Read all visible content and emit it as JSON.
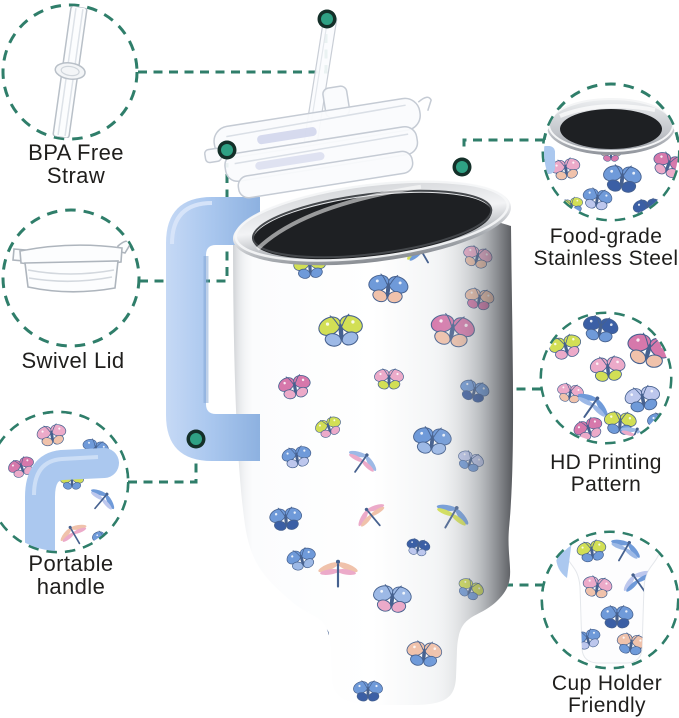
{
  "callouts": {
    "straw": {
      "label": "BPA Free Straw"
    },
    "lid": {
      "label": "Swivel Lid"
    },
    "handle": {
      "label": "Portable handle"
    },
    "steel": {
      "label": "Food-grade Stainless Steel"
    },
    "pattern": {
      "label": "HD Printing Pattern"
    },
    "cupholder": {
      "label": "Cup Holder Friendly"
    }
  },
  "colors": {
    "accent_dash": "#2f7e6a",
    "dot_fill": "#2fa184",
    "dot_ring": "#143029",
    "text": "#1f1e1c",
    "handle_blue": "#abc8ef",
    "steel_light": "#f2f3f5",
    "steel_dark": "#898d93",
    "interior_dark": "#1e2023",
    "lineart_gray": "#aeb5bd",
    "wing_body": "#46618f",
    "wings": {
      "bl": "#6f9ad9",
      "nv": "#3b5fa5",
      "pk": "#ecaac9",
      "mg": "#d678ab",
      "ch": "#d2df55",
      "pe": "#f0c2ab",
      "lv": "#bdc7ed",
      "sl": "#9db9e6"
    }
  },
  "scene": {
    "main_butterflies": [
      [
        288,
        226,
        1.1,
        -15,
        "nv",
        "pk",
        "b"
      ],
      [
        352,
        240,
        1.0,
        5,
        "lv",
        "bl",
        "b"
      ],
      [
        432,
        232,
        1.05,
        10,
        "bl",
        "nv",
        "b"
      ],
      [
        422,
        252,
        1.0,
        -30,
        "ch",
        "bl",
        "d"
      ],
      [
        477,
        258,
        1.0,
        15,
        "pk",
        "pe",
        "b"
      ],
      [
        310,
        268,
        1.1,
        -5,
        "ch",
        "bl",
        "b"
      ],
      [
        388,
        290,
        1.35,
        5,
        "bl",
        "pe",
        "b"
      ],
      [
        479,
        300,
        1.0,
        10,
        "pe",
        "mg",
        "b"
      ],
      [
        341,
        332,
        1.5,
        -5,
        "ch",
        "sl",
        "b"
      ],
      [
        452,
        332,
        1.5,
        10,
        "mg",
        "pe",
        "b"
      ],
      [
        295,
        388,
        1.1,
        -10,
        "mg",
        "pk",
        "b"
      ],
      [
        389,
        380,
        1.0,
        0,
        "pk",
        "ch",
        "b"
      ],
      [
        474,
        392,
        1.0,
        15,
        "bl",
        "nv",
        "b"
      ],
      [
        329,
        428,
        0.9,
        -20,
        "ch",
        "pk",
        "b"
      ],
      [
        362,
        462,
        1.0,
        35,
        "sl",
        "pk",
        "d"
      ],
      [
        297,
        458,
        1.0,
        -10,
        "bl",
        "lv",
        "b"
      ],
      [
        432,
        442,
        1.3,
        5,
        "bl",
        "sl",
        "b"
      ],
      [
        470,
        462,
        0.9,
        20,
        "lv",
        "bl",
        "b"
      ],
      [
        286,
        520,
        1.1,
        -5,
        "bl",
        "nv",
        "b"
      ],
      [
        372,
        516,
        1.0,
        -40,
        "pk",
        "pe",
        "d"
      ],
      [
        452,
        516,
        1.1,
        30,
        "bl",
        "ch",
        "d"
      ],
      [
        418,
        548,
        0.8,
        10,
        "nv",
        "lv",
        "b"
      ],
      [
        338,
        572,
        1.2,
        0,
        "pe",
        "pk",
        "d"
      ],
      [
        302,
        560,
        1.0,
        -15,
        "bl",
        "sl",
        "b"
      ],
      [
        392,
        600,
        1.3,
        5,
        "sl",
        "pk",
        "b"
      ],
      [
        470,
        590,
        0.9,
        25,
        "ch",
        "bl",
        "b"
      ],
      [
        312,
        640,
        1.2,
        -10,
        "bl",
        "pe",
        "b"
      ],
      [
        424,
        655,
        1.2,
        5,
        "pe",
        "bl",
        "b"
      ],
      [
        368,
        692,
        1.0,
        0,
        "bl",
        "nv",
        "b"
      ],
      [
        480,
        636,
        0.9,
        0,
        "nv",
        "mg",
        "b"
      ]
    ],
    "hd_butterflies": [
      [
        600,
        330,
        1.2,
        10,
        "nv",
        "bl",
        "b"
      ],
      [
        566,
        348,
        1.1,
        -15,
        "ch",
        "pk",
        "b"
      ],
      [
        648,
        352,
        1.5,
        15,
        "mg",
        "pe",
        "b"
      ],
      [
        608,
        370,
        1.2,
        -5,
        "pk",
        "ch",
        "b"
      ],
      [
        570,
        394,
        0.9,
        10,
        "pk",
        "pe",
        "b"
      ],
      [
        592,
        406,
        1.1,
        35,
        "bl",
        "sl",
        "d"
      ],
      [
        643,
        400,
        1.2,
        -10,
        "lv",
        "bl",
        "b"
      ],
      [
        620,
        424,
        1.1,
        5,
        "ch",
        "bl",
        "b"
      ],
      [
        589,
        430,
        1.0,
        -20,
        "mg",
        "pk",
        "b"
      ],
      [
        662,
        424,
        1.0,
        0,
        "bl",
        "nv",
        "b"
      ],
      [
        634,
        436,
        0.9,
        25,
        "sl",
        "pk",
        "d"
      ]
    ],
    "steel_butterflies": [
      [
        566,
        170,
        1.0,
        -10,
        "pk",
        "pe",
        "b"
      ],
      [
        622,
        180,
        1.3,
        5,
        "bl",
        "nv",
        "b"
      ],
      [
        668,
        166,
        1.1,
        20,
        "mg",
        "pk",
        "b"
      ],
      [
        597,
        200,
        1.0,
        10,
        "bl",
        "lv",
        "b"
      ],
      [
        572,
        207,
        0.8,
        -15,
        "ch",
        "bl",
        "b"
      ],
      [
        648,
        210,
        1.0,
        -5,
        "nv",
        "sl",
        "b"
      ],
      [
        611,
        155,
        0.7,
        0,
        "pe",
        "mg",
        "b"
      ]
    ],
    "cup_butterflies": [
      [
        592,
        552,
        1.0,
        -10,
        "ch",
        "bl",
        "b"
      ],
      [
        625,
        550,
        1.0,
        30,
        "bl",
        "sl",
        "d"
      ],
      [
        638,
        582,
        1.0,
        -35,
        "lv",
        "bl",
        "d"
      ],
      [
        597,
        588,
        1.0,
        10,
        "pk",
        "pe",
        "b"
      ],
      [
        617,
        618,
        1.1,
        0,
        "bl",
        "nv",
        "b"
      ],
      [
        631,
        645,
        1.0,
        10,
        "pe",
        "bl",
        "b"
      ],
      [
        588,
        640,
        0.9,
        -15,
        "bl",
        "lv",
        "b"
      ]
    ],
    "handle_butterflies": [
      [
        52,
        436,
        1.0,
        -10,
        "pk",
        "pe",
        "b"
      ],
      [
        95,
        450,
        0.9,
        15,
        "bl",
        "nv",
        "b"
      ],
      [
        22,
        468,
        0.9,
        -20,
        "mg",
        "pk",
        "b"
      ],
      [
        72,
        482,
        0.8,
        0,
        "ch",
        "bl",
        "b"
      ],
      [
        102,
        500,
        0.9,
        40,
        "bl",
        "lv",
        "d"
      ],
      [
        38,
        520,
        0.9,
        10,
        "ch",
        "pk",
        "b"
      ],
      [
        74,
        534,
        0.9,
        -30,
        "pe",
        "pk",
        "d"
      ],
      [
        104,
        540,
        0.8,
        0,
        "bl",
        "nv",
        "b"
      ]
    ]
  }
}
